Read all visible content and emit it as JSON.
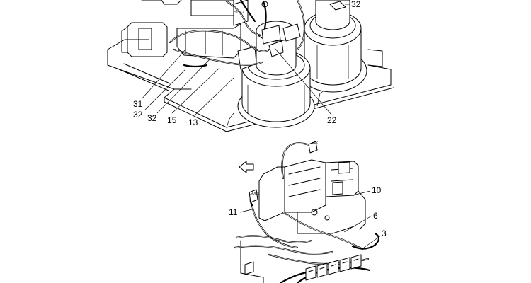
{
  "figure": {
    "callouts_upper": [
      {
        "id": "32a",
        "text": "32"
      },
      {
        "id": "31",
        "text": "31"
      },
      {
        "id": "32b",
        "text": "32"
      },
      {
        "id": "32c",
        "text": "32"
      },
      {
        "id": "15",
        "text": "15"
      },
      {
        "id": "13",
        "text": "13"
      },
      {
        "id": "22",
        "text": "22"
      }
    ],
    "callouts_lower": [
      {
        "id": "10",
        "text": "10"
      },
      {
        "id": "6",
        "text": "6"
      },
      {
        "id": "11",
        "text": "11"
      },
      {
        "id": "3",
        "text": "3"
      }
    ],
    "tags": {
      "upper_tag": "SOC2",
      "lower_tag_a": "E12",
      "lower_tag_b": "GOC5"
    }
  },
  "icons": {
    "direction_arrow": "front-direction-arrow-icon"
  }
}
